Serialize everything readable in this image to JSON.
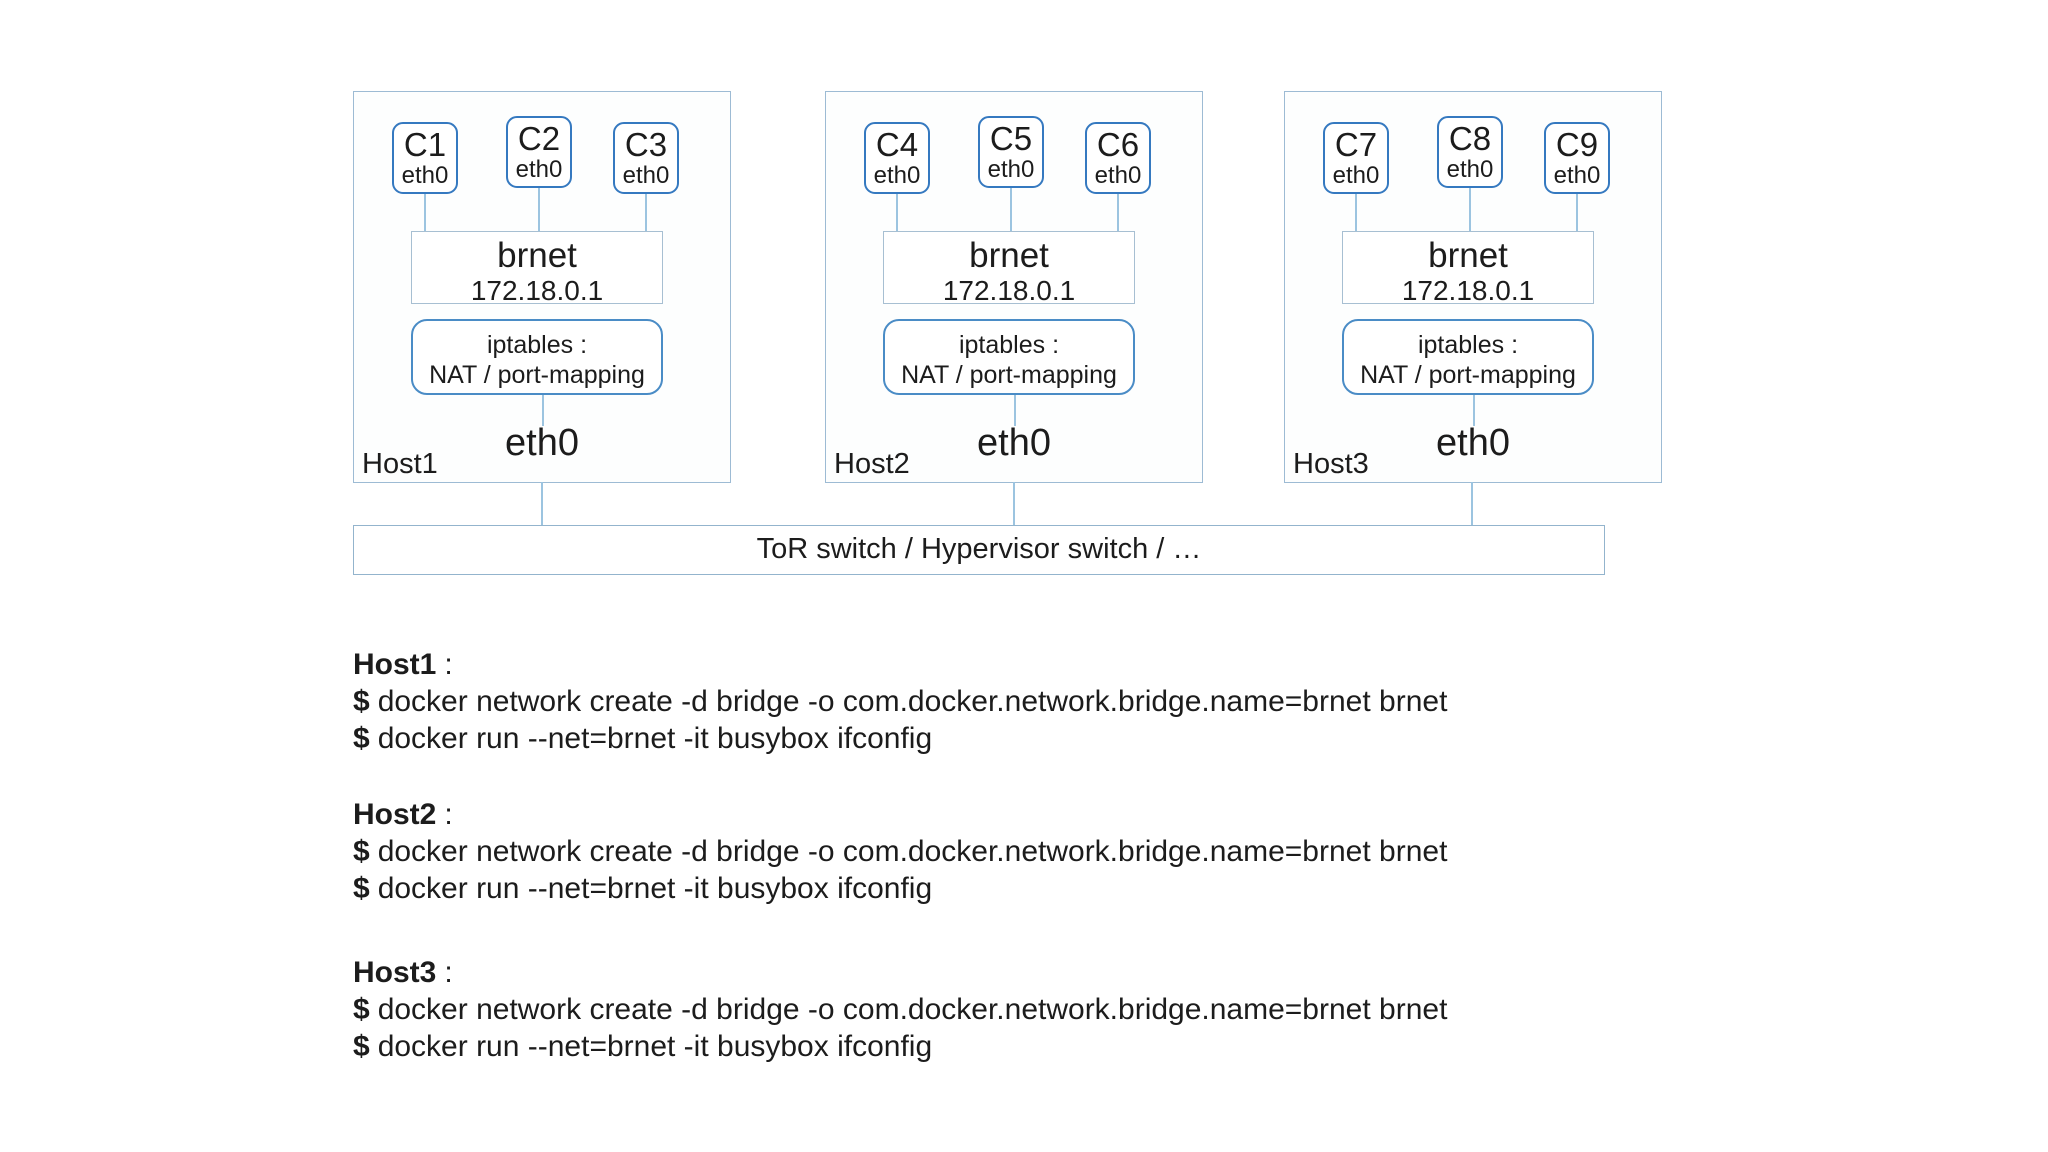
{
  "palette": {
    "container_border": "#3579c0",
    "firewall_border": "#4a8cc6",
    "host_border": "#9dbbd4",
    "bridge_border": "#a7bfd2",
    "switch_border": "#93b4cd",
    "connector_line": "#9cc4e0",
    "text": "#1c1c1c",
    "background": "#ffffff"
  },
  "diagram": {
    "hosts": [
      {
        "label": "Host1",
        "containers": [
          {
            "name": "C1",
            "iface": "eth0"
          },
          {
            "name": "C2",
            "iface": "eth0"
          },
          {
            "name": "C3",
            "iface": "eth0"
          }
        ],
        "bridge": {
          "name": "brnet",
          "ip": "172.18.0.1"
        },
        "firewall": {
          "line1": "iptables :",
          "line2": "NAT / port-mapping"
        },
        "host_iface": "eth0"
      },
      {
        "label": "Host2",
        "containers": [
          {
            "name": "C4",
            "iface": "eth0"
          },
          {
            "name": "C5",
            "iface": "eth0"
          },
          {
            "name": "C6",
            "iface": "eth0"
          }
        ],
        "bridge": {
          "name": "brnet",
          "ip": "172.18.0.1"
        },
        "firewall": {
          "line1": "iptables :",
          "line2": "NAT / port-mapping"
        },
        "host_iface": "eth0"
      },
      {
        "label": "Host3",
        "containers": [
          {
            "name": "C7",
            "iface": "eth0"
          },
          {
            "name": "C8",
            "iface": "eth0"
          },
          {
            "name": "C9",
            "iface": "eth0"
          }
        ],
        "bridge": {
          "name": "brnet",
          "ip": "172.18.0.1"
        },
        "firewall": {
          "line1": "iptables :",
          "line2": "NAT / port-mapping"
        },
        "host_iface": "eth0"
      }
    ],
    "switch_label": "ToR switch / Hypervisor switch / …"
  },
  "commands": [
    {
      "host": "Host1",
      "colon": ":",
      "lines": [
        {
          "prompt": "$",
          "text": "docker network create -d bridge -o com.docker.network.bridge.name=brnet brnet"
        },
        {
          "prompt": "$",
          "text": "docker run --net=brnet -it busybox ifconfig"
        }
      ]
    },
    {
      "host": "Host2",
      "colon": ":",
      "lines": [
        {
          "prompt": "$",
          "text": "docker network create -d bridge -o com.docker.network.bridge.name=brnet brnet"
        },
        {
          "prompt": "$",
          "text": "docker run --net=brnet -it busybox ifconfig"
        }
      ]
    },
    {
      "host": "Host3",
      "colon": ":",
      "lines": [
        {
          "prompt": "$",
          "text": "docker network create -d bridge -o com.docker.network.bridge.name=brnet brnet"
        },
        {
          "prompt": "$",
          "text": "docker run --net=brnet -it busybox ifconfig"
        }
      ]
    }
  ]
}
